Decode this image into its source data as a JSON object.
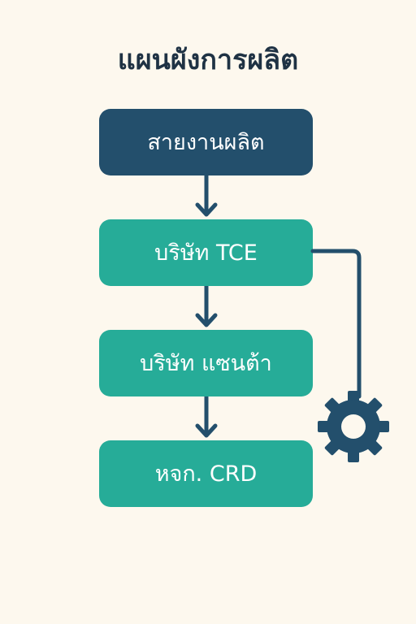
{
  "diagram": {
    "title": "แผนผังการผลิต",
    "nodes": [
      {
        "id": "production-line",
        "label": "สายงานผลิต",
        "style": "dark"
      },
      {
        "id": "tce",
        "label": "บริษัท TCE",
        "style": "teal"
      },
      {
        "id": "santa",
        "label": "บริษัท แซนต้า",
        "style": "teal"
      },
      {
        "id": "crd",
        "label": "หจก. CRD",
        "style": "teal"
      }
    ],
    "edges": [
      {
        "from": "production-line",
        "to": "tce"
      },
      {
        "from": "tce",
        "to": "santa"
      },
      {
        "from": "santa",
        "to": "crd"
      },
      {
        "from": "tce",
        "to": "gear"
      }
    ],
    "gear_icon": "gear-icon",
    "colors": {
      "background": "#fdf8ee",
      "title": "#1f3244",
      "dark_node": "#234f6c",
      "teal_node": "#26ac98",
      "connector": "#234f6c"
    }
  }
}
